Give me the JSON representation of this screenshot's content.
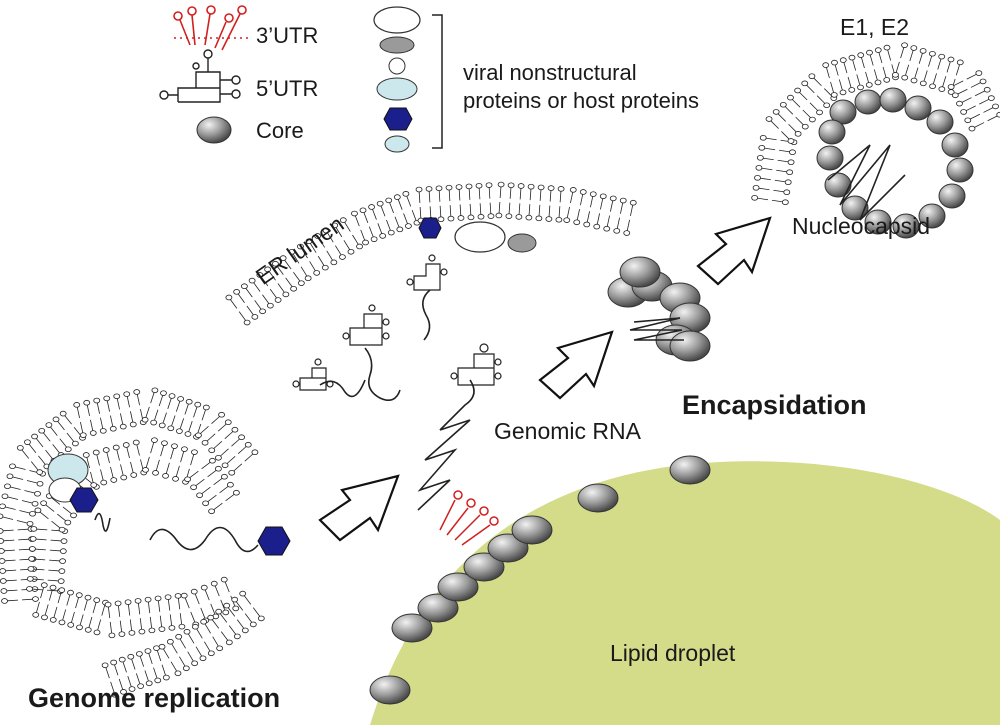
{
  "legend": {
    "utr3_label": "3’UTR",
    "utr5_label": "5’UTR",
    "core_label": "Core",
    "proteins_label_line1": "viral nonstructural",
    "proteins_label_line2": "proteins or host proteins"
  },
  "labels": {
    "er_lumen": "ER lumen",
    "e1_e2": "E1, E2",
    "nucleocapsid": "Nucleocapsid",
    "encapsidation": "Encapsidation",
    "genomic_rna": "Genomic RNA",
    "lipid_droplet": "Lipid droplet",
    "genome_replication": "Genome replication"
  },
  "colors": {
    "lipid_droplet": "#d4dc8a",
    "core": "#9a9a9a",
    "hexagon_protein": "#1a1f8c",
    "cyan_protein": "#cde8ec",
    "utr3": "#d22020",
    "line": "#222222"
  }
}
